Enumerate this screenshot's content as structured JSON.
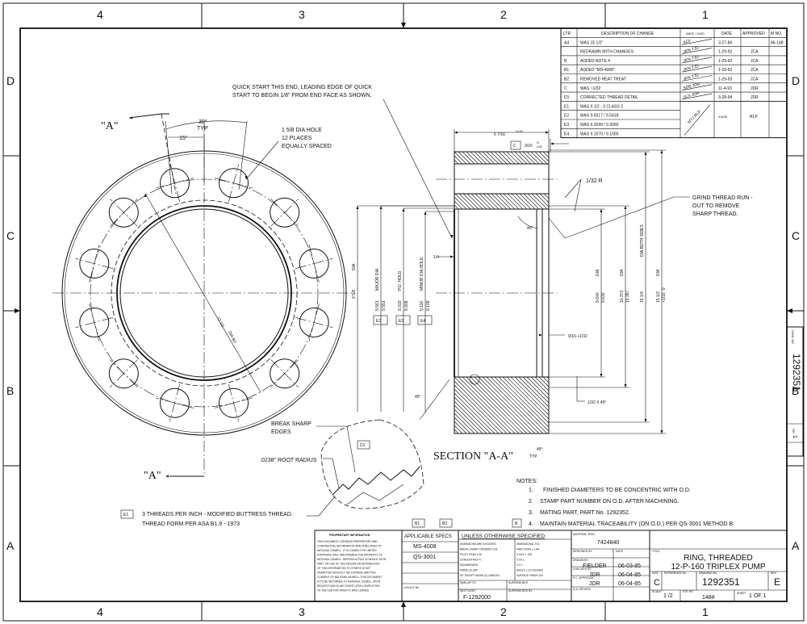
{
  "zones": {
    "columns": [
      "4",
      "3",
      "2",
      "1"
    ],
    "rows": [
      "D",
      "C",
      "B",
      "A"
    ]
  },
  "revision_table": {
    "headers": [
      "LTR",
      "DESCRIPTION OF CHANGE",
      "MADE / CHKD",
      "DATE",
      "APPROVED",
      "M NO."
    ],
    "rows": [
      {
        "ltr": "A4",
        "desc": "WAS 15 1/2\"",
        "init": "ACF",
        "date": "3-27-86",
        "approved": "",
        "mno": "86-148"
      },
      {
        "ltr": "",
        "desc": "REDRAWN WITH CHANGES",
        "init": "JKN TJD",
        "date": "1-29-92",
        "approved": "JCA",
        "mno": ""
      },
      {
        "ltr": "B",
        "desc": "ADDED NOTE 4",
        "init": "JKN TJD",
        "date": "1-29-92",
        "approved": "JCA",
        "mno": ""
      },
      {
        "ltr": "B1",
        "desc": "ADDED \"MS-4008\"",
        "init": "JKN TJD",
        "date": "1-29-92",
        "approved": "JCA",
        "mno": ""
      },
      {
        "ltr": "B2",
        "desc": "REMOVED HEAT TREAT",
        "init": "JKN TJD",
        "date": "1-29-93",
        "approved": "JCA",
        "mno": ""
      },
      {
        "ltr": "C",
        "desc": "WAS ~1/32",
        "init": "SDB JDR",
        "date": "11-4-93",
        "approved": "JDR",
        "mno": ""
      },
      {
        "ltr": "D1",
        "desc": "CORRECTED THREAD DETAIL",
        "init": "SLS JDR",
        "date": "3-28-94",
        "approved": "JDR",
        "mno": ""
      },
      {
        "ltr": "E1",
        "desc": "WAS 9 1/2 - 3 CLASS 3",
        "init": "",
        "date": "",
        "approved": "",
        "mno": ""
      },
      {
        "ltr": "E2",
        "desc": "WAS 9.5517 / 9.5418",
        "init": "",
        "date": "",
        "approved": "",
        "mno": ""
      },
      {
        "ltr": "E3",
        "desc": "WAS 9.3099 / 9.3000",
        "init": "",
        "date": "",
        "approved": "",
        "mno": ""
      },
      {
        "ltr": "E4",
        "desc": "WAS 9.1070 / 9.1000",
        "init": "",
        "date": "",
        "approved": "",
        "mno": ""
      }
    ],
    "group_e": {
      "init": "WTJ RLP",
      "date": "2/4/05",
      "approved": "RLP"
    }
  },
  "front_view": {
    "section_label_top": "\"A\"",
    "section_label_bottom": "\"A\"",
    "angle_typ": "30°",
    "typ": "TYP",
    "angle_half": "15°",
    "hole_note": [
      "1 5/8  DIA HOLE",
      "12 PLACES",
      "EQUALLY SPACED"
    ],
    "bolt_circle": "12 1/2",
    "bolt_circle_dia": "DIA BC"
  },
  "section_view": {
    "quick_start_note": [
      "QUICK START THIS END,  LEADING EDGE OF QUICK",
      "START TO BEGIN 1/8\" FROM END FACE AS SHOWN."
    ],
    "width_dim": "5 7/16",
    "width_tol": "+1/32",
    "c_flag": "C",
    "c_dim": "3/16",
    "c_tol": [
      "+0",
      "-1/32"
    ],
    "radius": "1/32  R",
    "grind_note": [
      "GRIND THREAD RUN -",
      "OUT TO REMOVE",
      "SHARP THREAD."
    ],
    "angle_45": "45°",
    "quarter": "1/4",
    "dims_left": [
      {
        "flag": "",
        "top": "9 5/8",
        "label": "DIA",
        "bottom": ""
      },
      {
        "flag": "E2",
        "top": "9.561",
        "label": "MAJOR  DIA",
        "bottom": "9.551"
      },
      {
        "flag": "E3",
        "top": "9.319",
        "label": "P.D.  HOLD",
        "bottom": "9.309"
      },
      {
        "flag": "E4",
        "top": "9.116",
        "label": "MINOR  DIA  HOLD",
        "bottom": "9.109"
      }
    ],
    "dims_right": [
      {
        "top": "9.640",
        "bottom": "9.630",
        "label": "DIA"
      },
      {
        "top": "10.372",
        "bottom": "10.367",
        "label": "DIA"
      },
      {
        "top": "15 1/4",
        "bottom": "",
        "label": "DIA BOTH SIDES"
      },
      {
        "top": "15 1/2",
        "bottom": "+1/16 -0",
        "label": "DIA"
      }
    ],
    "nine_sixteenths": "9/16 +1/32",
    "chamfer": "1/32  X  45°",
    "angle_45_left": "45°",
    "angle_45_typ": "45°",
    "typ": "TYP",
    "title": "SECTION  \"A-A\""
  },
  "detail": {
    "break_edges": [
      "BREAK SHARP",
      "EDGES"
    ],
    "root_radius": ".0238\"  ROOT RADIUS",
    "flag": "D1",
    "thread_flag": "E1",
    "thread_note": [
      "3 THREADS PER INCH - MODIFIED BUTTRESS THREAD.",
      "THREAD FORM PER ASA B1.9 - 1973"
    ]
  },
  "notes": {
    "heading": "NOTES:",
    "items": [
      {
        "num": "1.",
        "text": "FINISHED DIAMETERS TO BE CONCENTRIC WITH O.D."
      },
      {
        "num": "2.",
        "text": "STAMP PART NUMBER ON O.D. AFTER MACHINING."
      },
      {
        "num": "3.",
        "text": "MATING PART, PART No. 1292352."
      },
      {
        "num": "4.",
        "text": "MAINTAIN MATERIAL TRACEABILITY (ON O.D.) PER QS-3001 METHOD B.",
        "flag": "B"
      }
    ],
    "flags": [
      "B1",
      "B2"
    ]
  },
  "title_block": {
    "proprietary_heading": "PROPRIETARY INFORMATION",
    "proprietary_text": [
      "THIS DOCUMENT CONTAINS PROPRIETARY AND",
      "CONFIDENTIAL INFORMATION WHICH BELONGS TO",
      "NATIONAL OILWELL. IT IS LOANED FOR LIMITED",
      "PURPOSES ONLY AND REMAINS THE PROPERTY OF",
      "NATIONAL OILWELL. REPRODUCTION, IN WHOLE OR IN",
      "PART, OR USE OF THIS DESIGN OR DISTRIBUTION",
      "OF THIS INFORMATION TO OTHERS IS NOT",
      "PERMITTED WITHOUT THE EXPRESS WRITTEN",
      "CONSENT OF NATIONAL OILWELL. THIS DOCUMENT",
      "IS TO BE RETURNED TO NATIONAL OILWELL UPON",
      "REQUEST AND IN ANY EVENT UPON COMPLETION",
      "OF THE USE FOR WHICH IT WAS LOANED."
    ],
    "applicable_specs_label": "APPLICABLE SPECS",
    "specs": [
      "MS-4008",
      "QS-3001"
    ],
    "layout_label": "LAYOUT No.",
    "unless_label": "UNLESS OTHERWISE SPECIFIED",
    "tolerances_left": [
      "DIMENSIONS ARE IN INCHES",
      "BREAK SHARP CORNERS 1/32",
      "FILLET RADII 1/16",
      "CONCENTRICITY",
      "SQUARENESS",
      "PARALLELISM",
      "90° EXCEPT WHEN (0) LABELED"
    ],
    "tolerances_right": [
      "DIMENSIONAL TOL.",
      "FRACTIONS ± 1/64",
      "X.XXX ± .005",
      "X.XX ±",
      "X.X ±",
      "ANGLE ± 1/2 DEGREE",
      "SURFACE FINISH 125"
    ],
    "similar_label": "SIMILAR TO",
    "supersedes_label": "SUPERSEDES",
    "next_assy_label": "NEXT ASSY",
    "next_assy": "F-1292000",
    "superseded_label": "SUPERSEDED BY",
    "material_label": "MATERIAL SPEC",
    "material": "7424840",
    "designed_label": "DESIGNED BY",
    "drawn_label": "DRAWN BY",
    "drawn_by": "FIELDER",
    "checked_label": "CHECKED BY",
    "checked_by": "JDR",
    "pe_label": "P.C. APPROVAL",
    "pe_by": "JDR",
    "qa_label": "Q.A. REVIEW",
    "date_label": "DATE",
    "dates": [
      "06-03-85",
      "06-04-85",
      "06-04-85"
    ],
    "title_label": "TITLE",
    "title": [
      "RING, THREADED",
      "12-P-160 TRIPLEX PUMP"
    ],
    "size_label": "SIZE",
    "size": "C",
    "reference_label": "REFERENCE No.",
    "drawing_label": "DRAWING No.",
    "drawing_no": "1292351",
    "rev_label": "REV",
    "rev": "E",
    "scale_label": "SCALE",
    "scale": "1  /2",
    "wt_label": "EST WT",
    "wt": "148#",
    "sheet_label": "SHEET",
    "sheet": "1 OF 1"
  },
  "side_strip": {
    "dwg_label": "DWG NO",
    "dwg_no": "1292351",
    "sh_label": "SH",
    "sh": "1"
  }
}
